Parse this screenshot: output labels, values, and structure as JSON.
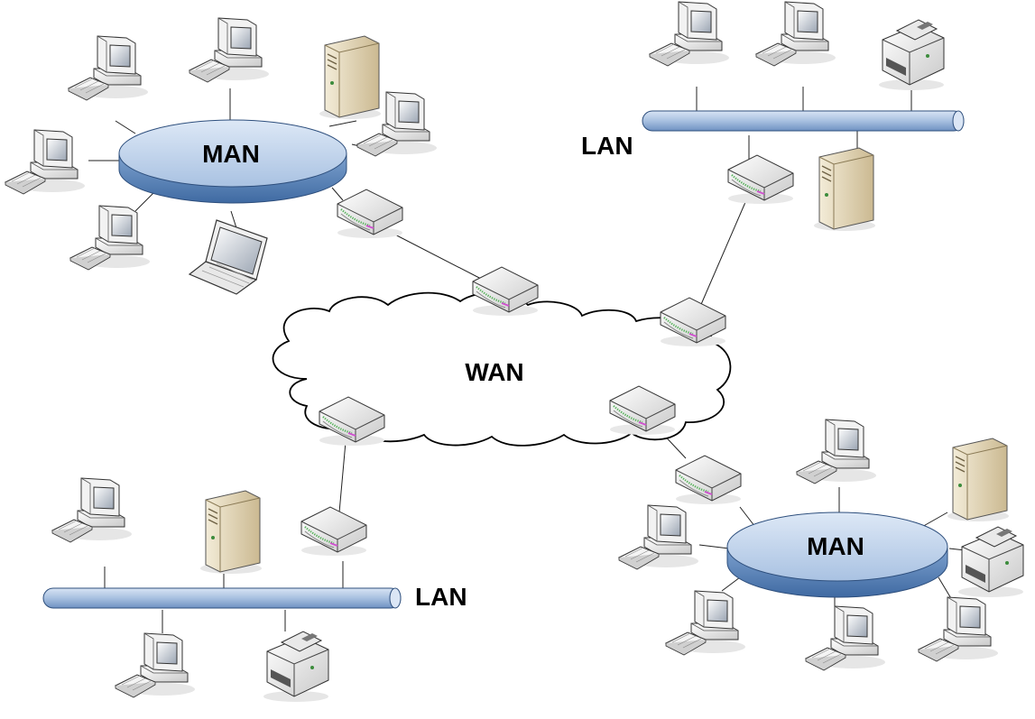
{
  "labels": {
    "wan": "WAN",
    "man_top_left": "MAN",
    "man_bottom_right": "MAN",
    "lan_top_right": "LAN",
    "lan_bottom_left": "LAN"
  },
  "icons": [
    "desktop-computer-icon",
    "server-tower-icon",
    "laptop-icon",
    "printer-icon",
    "router-icon",
    "cloud-icon",
    "network-bus-icon",
    "network-ring-icon"
  ],
  "colors": {
    "man_fill_top": "#c7d8ee",
    "man_fill_side": "#5d86b8",
    "lan_bus": "#a8c0e0",
    "cloud_stroke": "#000000",
    "server_body": "#ddd0b2",
    "router_body": "#f0f0f0",
    "router_accent_green": "#4caf50",
    "router_accent_pink": "#d050d0"
  }
}
